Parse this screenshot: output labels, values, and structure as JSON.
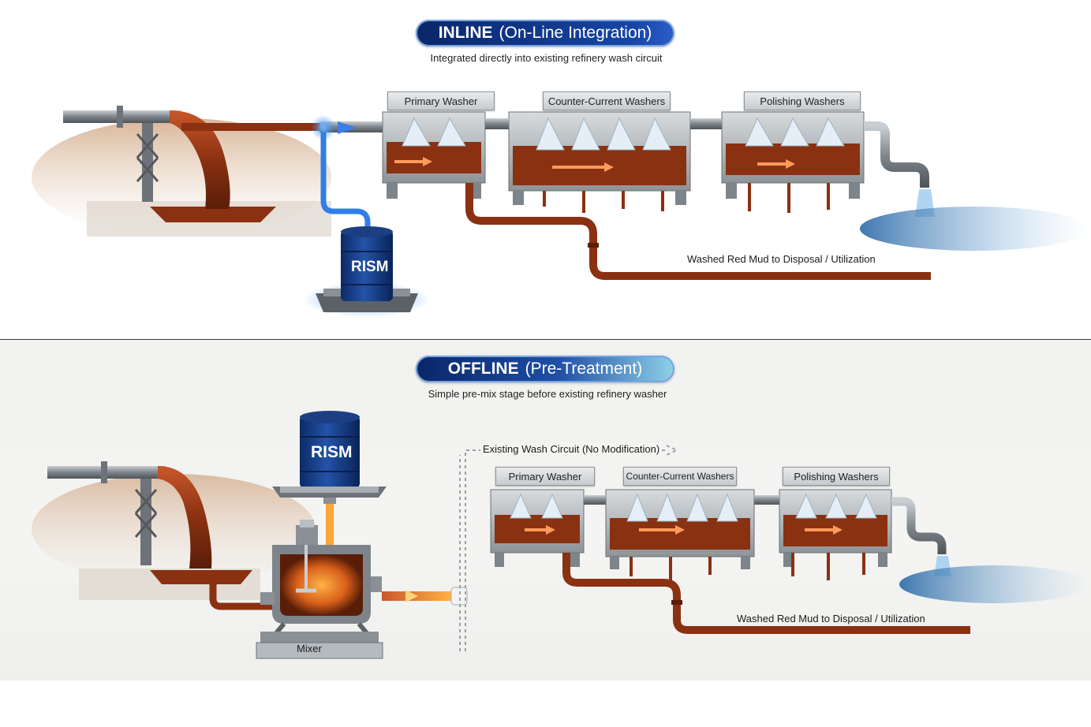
{
  "inline": {
    "title_bold": "INLINE",
    "title_rest": "(On-Line Integration)",
    "subtitle": "Integrated directly into existing refinery wash circuit",
    "drum_label": "RISM",
    "washers": [
      "Primary Washer",
      "Counter-Current Washers",
      "Polishing Washers"
    ],
    "output_label": "Washed Red Mud to Disposal / Utilization"
  },
  "offline": {
    "title_bold": "OFFLINE",
    "title_rest": "(Pre-Treatment)",
    "subtitle": "Simple pre-mix stage before existing refinery washer",
    "drum_label": "RISM",
    "mixer_label": "Mixer",
    "circuit_label": "Existing Wash Circuit (No Modification)",
    "washers": [
      "Primary Washer",
      "Counter-Current Washers",
      "Polishing Washers"
    ],
    "output_label": "Washed Red Mud to Disposal / Utilization"
  },
  "colors": {
    "title_pill": "#0d2c6e",
    "mud": "#9a3d1a",
    "rism_glow": "#2f8cff",
    "hot_flow": "#ff8a1a",
    "water": "#3b8fd0",
    "steel": "#8a9095"
  }
}
